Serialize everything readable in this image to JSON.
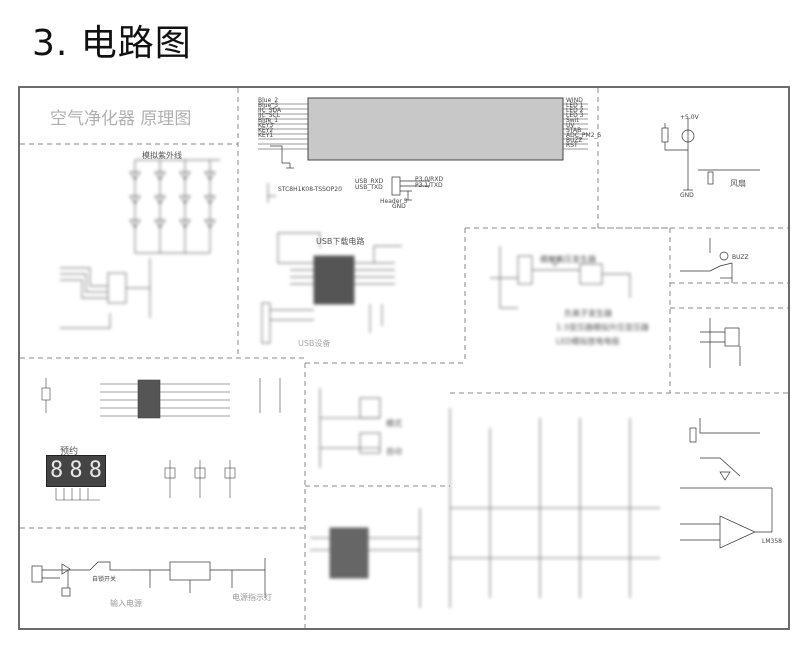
{
  "heading": "3. 电路图",
  "labels": {
    "main_title": "空气净化器 原理图",
    "uv_lamp": "模拟紫外线",
    "usb_circuit": "USB下载电路",
    "usb_device": "USB设备",
    "neg_ion": "模拟高压发生器",
    "neg_ion2": "负离子发生器",
    "boost": "1:3变压器模拟升压变压器",
    "led_module": "LED模拟放电电极",
    "fan": "风扇",
    "reserve": "预约",
    "power_in": "输入电源",
    "power_led": "电源指示灯",
    "mode": "模式",
    "auto": "自动",
    "mcu_name": "STC8H1K08-TSSOP20",
    "usb_rxd": "USB_RXD",
    "usb_txd": "USB_TXD",
    "p30": "P3.0/RXD",
    "p31": "P3.1/TXD",
    "header3": "Header 3",
    "vcc5": "+5.0V",
    "gnd": "GND",
    "gnd_net": "GND",
    "buzzer": "BUZZ",
    "self_lock": "自锁开关",
    "chip": "LM358"
  },
  "mcu_left_pins": [
    "Blue_2",
    "Blue_3",
    "IIC_SDA",
    "IIC_SCL",
    "Blue_1",
    "KEY3",
    "KEY2",
    "KEY1",
    "",
    "",
    "",
    ""
  ],
  "mcu_right_pins": [
    "WIND",
    "LED 1",
    "LED 2",
    "LED 3",
    "Swit",
    "UV",
    "STAB",
    "ADC_PM2_5",
    "BUZZ",
    "RST",
    "",
    ""
  ],
  "colors": {
    "frame": "#6b6b6b",
    "mcu_fill": "#c8c8c8",
    "dash": "#8a8a8a"
  }
}
